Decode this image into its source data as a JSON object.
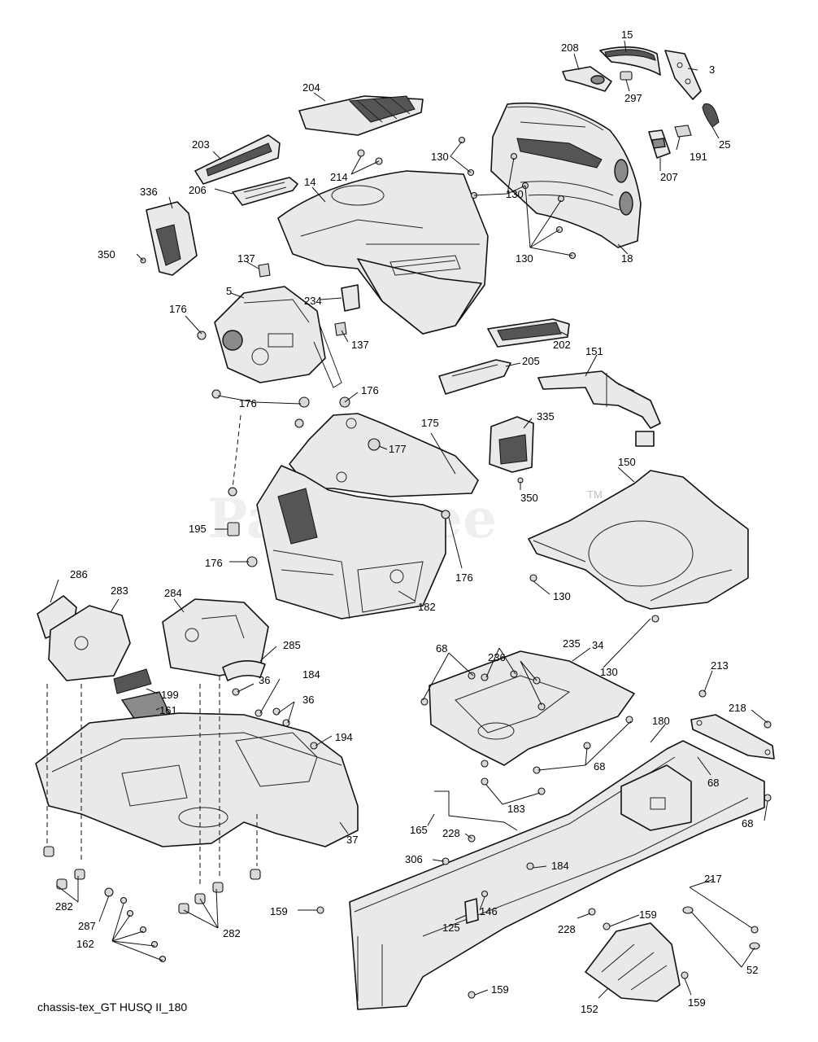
{
  "watermark": {
    "text": "PartsTree",
    "mark": "TM"
  },
  "caption": "chassis-tex_GT HUSQ II_180",
  "callouts": {
    "c15": "15",
    "c208": "208",
    "c3": "3",
    "c297": "297",
    "c25": "25",
    "c204": "204",
    "c203": "203",
    "c214": "214",
    "c130a": "130",
    "c130b": "130",
    "c130c": "130",
    "c191": "191",
    "c207": "207",
    "c18": "18",
    "c336": "336",
    "c206": "206",
    "c14": "14",
    "c350a": "350",
    "c137a": "137",
    "c234": "234",
    "c5": "5",
    "c176a": "176",
    "c137b": "137",
    "c202": "202",
    "c176b": "176",
    "c176c": "176",
    "c205": "205",
    "c151": "151",
    "c175": "175",
    "c177": "177",
    "c335": "335",
    "c350b": "350",
    "c150": "150",
    "c195": "195",
    "c176d": "176",
    "c176e": "176",
    "c130d": "130",
    "c182": "182",
    "c286": "286",
    "c283": "283",
    "c284": "284",
    "c285": "285",
    "c36a": "36",
    "c184a": "184",
    "c199": "199",
    "c36b": "36",
    "c161": "161",
    "c194": "194",
    "c68a": "68",
    "c235": "235",
    "c34": "34",
    "c236": "236",
    "c130e": "130",
    "c213": "213",
    "c218": "218",
    "c180": "180",
    "c68b": "68",
    "c68c": "68",
    "c183": "183",
    "c68d": "68",
    "c165": "165",
    "c228a": "228",
    "c37": "37",
    "c306": "306",
    "c184b": "184",
    "c282a": "282",
    "c287": "287",
    "c159a": "159",
    "c146": "146",
    "c125": "125",
    "c228b": "228",
    "c159b": "159",
    "c217": "217",
    "c162": "162",
    "c282b": "282",
    "c52": "52",
    "c159c": "159",
    "c159d": "159",
    "c152": "152"
  }
}
